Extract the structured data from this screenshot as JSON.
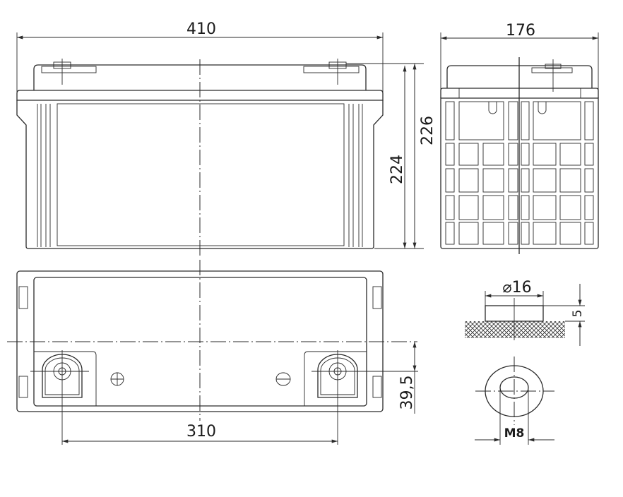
{
  "dimensions": {
    "length": "410",
    "total_height": "226",
    "case_height": "224",
    "width": "176",
    "terminal_spacing": "310",
    "terminal_offset": "39,5",
    "terminal_diameter": "⌀16",
    "terminal_height": "5",
    "thread": "M8"
  },
  "symbols": {
    "positive": "plus-polarity-icon",
    "negative": "minus-polarity-icon"
  },
  "colors": {
    "line": "#2a2a2a",
    "background": "#ffffff"
  }
}
